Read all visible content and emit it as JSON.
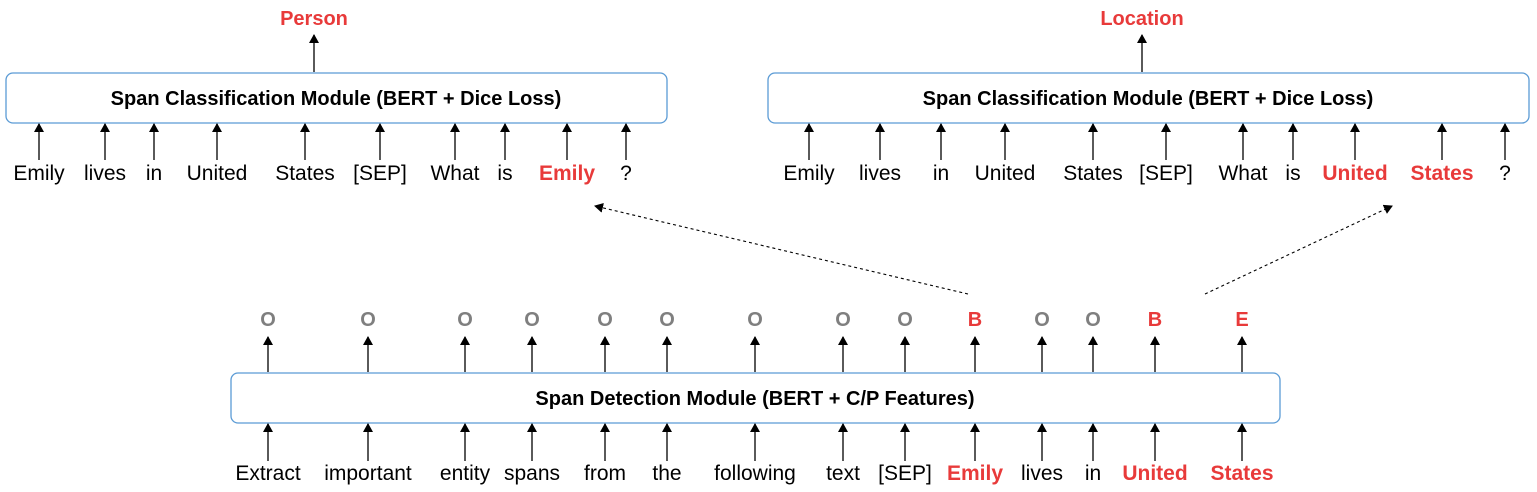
{
  "colors": {
    "box_border": "#5b9bd5",
    "highlight": "#e83a3a",
    "tag_gray": "#7f7f7f"
  },
  "left_classifier": {
    "output": "Person",
    "label": "Span Classification Module (BERT + Dice Loss)",
    "tokens": [
      {
        "text": "Emily",
        "hl": false
      },
      {
        "text": "lives",
        "hl": false
      },
      {
        "text": "in",
        "hl": false
      },
      {
        "text": "United",
        "hl": false
      },
      {
        "text": "States",
        "hl": false
      },
      {
        "text": "[SEP]",
        "hl": false
      },
      {
        "text": "What",
        "hl": false
      },
      {
        "text": "is",
        "hl": false
      },
      {
        "text": "Emily",
        "hl": true
      },
      {
        "text": "?",
        "hl": false
      }
    ]
  },
  "right_classifier": {
    "output": "Location",
    "label": "Span Classification Module (BERT + Dice Loss)",
    "tokens": [
      {
        "text": "Emily",
        "hl": false
      },
      {
        "text": "lives",
        "hl": false
      },
      {
        "text": "in",
        "hl": false
      },
      {
        "text": "United",
        "hl": false
      },
      {
        "text": "States",
        "hl": false
      },
      {
        "text": "[SEP]",
        "hl": false
      },
      {
        "text": "What",
        "hl": false
      },
      {
        "text": "is",
        "hl": false
      },
      {
        "text": "United",
        "hl": true
      },
      {
        "text": "States",
        "hl": true
      },
      {
        "text": "?",
        "hl": false
      }
    ]
  },
  "detector": {
    "label": "Span Detection Module (BERT + C/P Features)",
    "tags": [
      {
        "text": "O",
        "hl": false
      },
      {
        "text": "O",
        "hl": false
      },
      {
        "text": "O",
        "hl": false
      },
      {
        "text": "O",
        "hl": false
      },
      {
        "text": "O",
        "hl": false
      },
      {
        "text": "O",
        "hl": false
      },
      {
        "text": "O",
        "hl": false
      },
      {
        "text": "O",
        "hl": false
      },
      {
        "text": "O",
        "hl": false
      },
      {
        "text": "B",
        "hl": true
      },
      {
        "text": "O",
        "hl": false
      },
      {
        "text": "O",
        "hl": false
      },
      {
        "text": "B",
        "hl": true
      },
      {
        "text": "E",
        "hl": true
      }
    ],
    "tokens": [
      {
        "text": "Extract",
        "hl": false
      },
      {
        "text": "important",
        "hl": false
      },
      {
        "text": "entity",
        "hl": false
      },
      {
        "text": "spans",
        "hl": false
      },
      {
        "text": "from",
        "hl": false
      },
      {
        "text": "the",
        "hl": false
      },
      {
        "text": "following",
        "hl": false
      },
      {
        "text": "text",
        "hl": false
      },
      {
        "text": "[SEP]",
        "hl": false
      },
      {
        "text": "Emily",
        "hl": true
      },
      {
        "text": "lives",
        "hl": false
      },
      {
        "text": "in",
        "hl": false
      },
      {
        "text": "United",
        "hl": true
      },
      {
        "text": "States",
        "hl": true
      }
    ]
  }
}
